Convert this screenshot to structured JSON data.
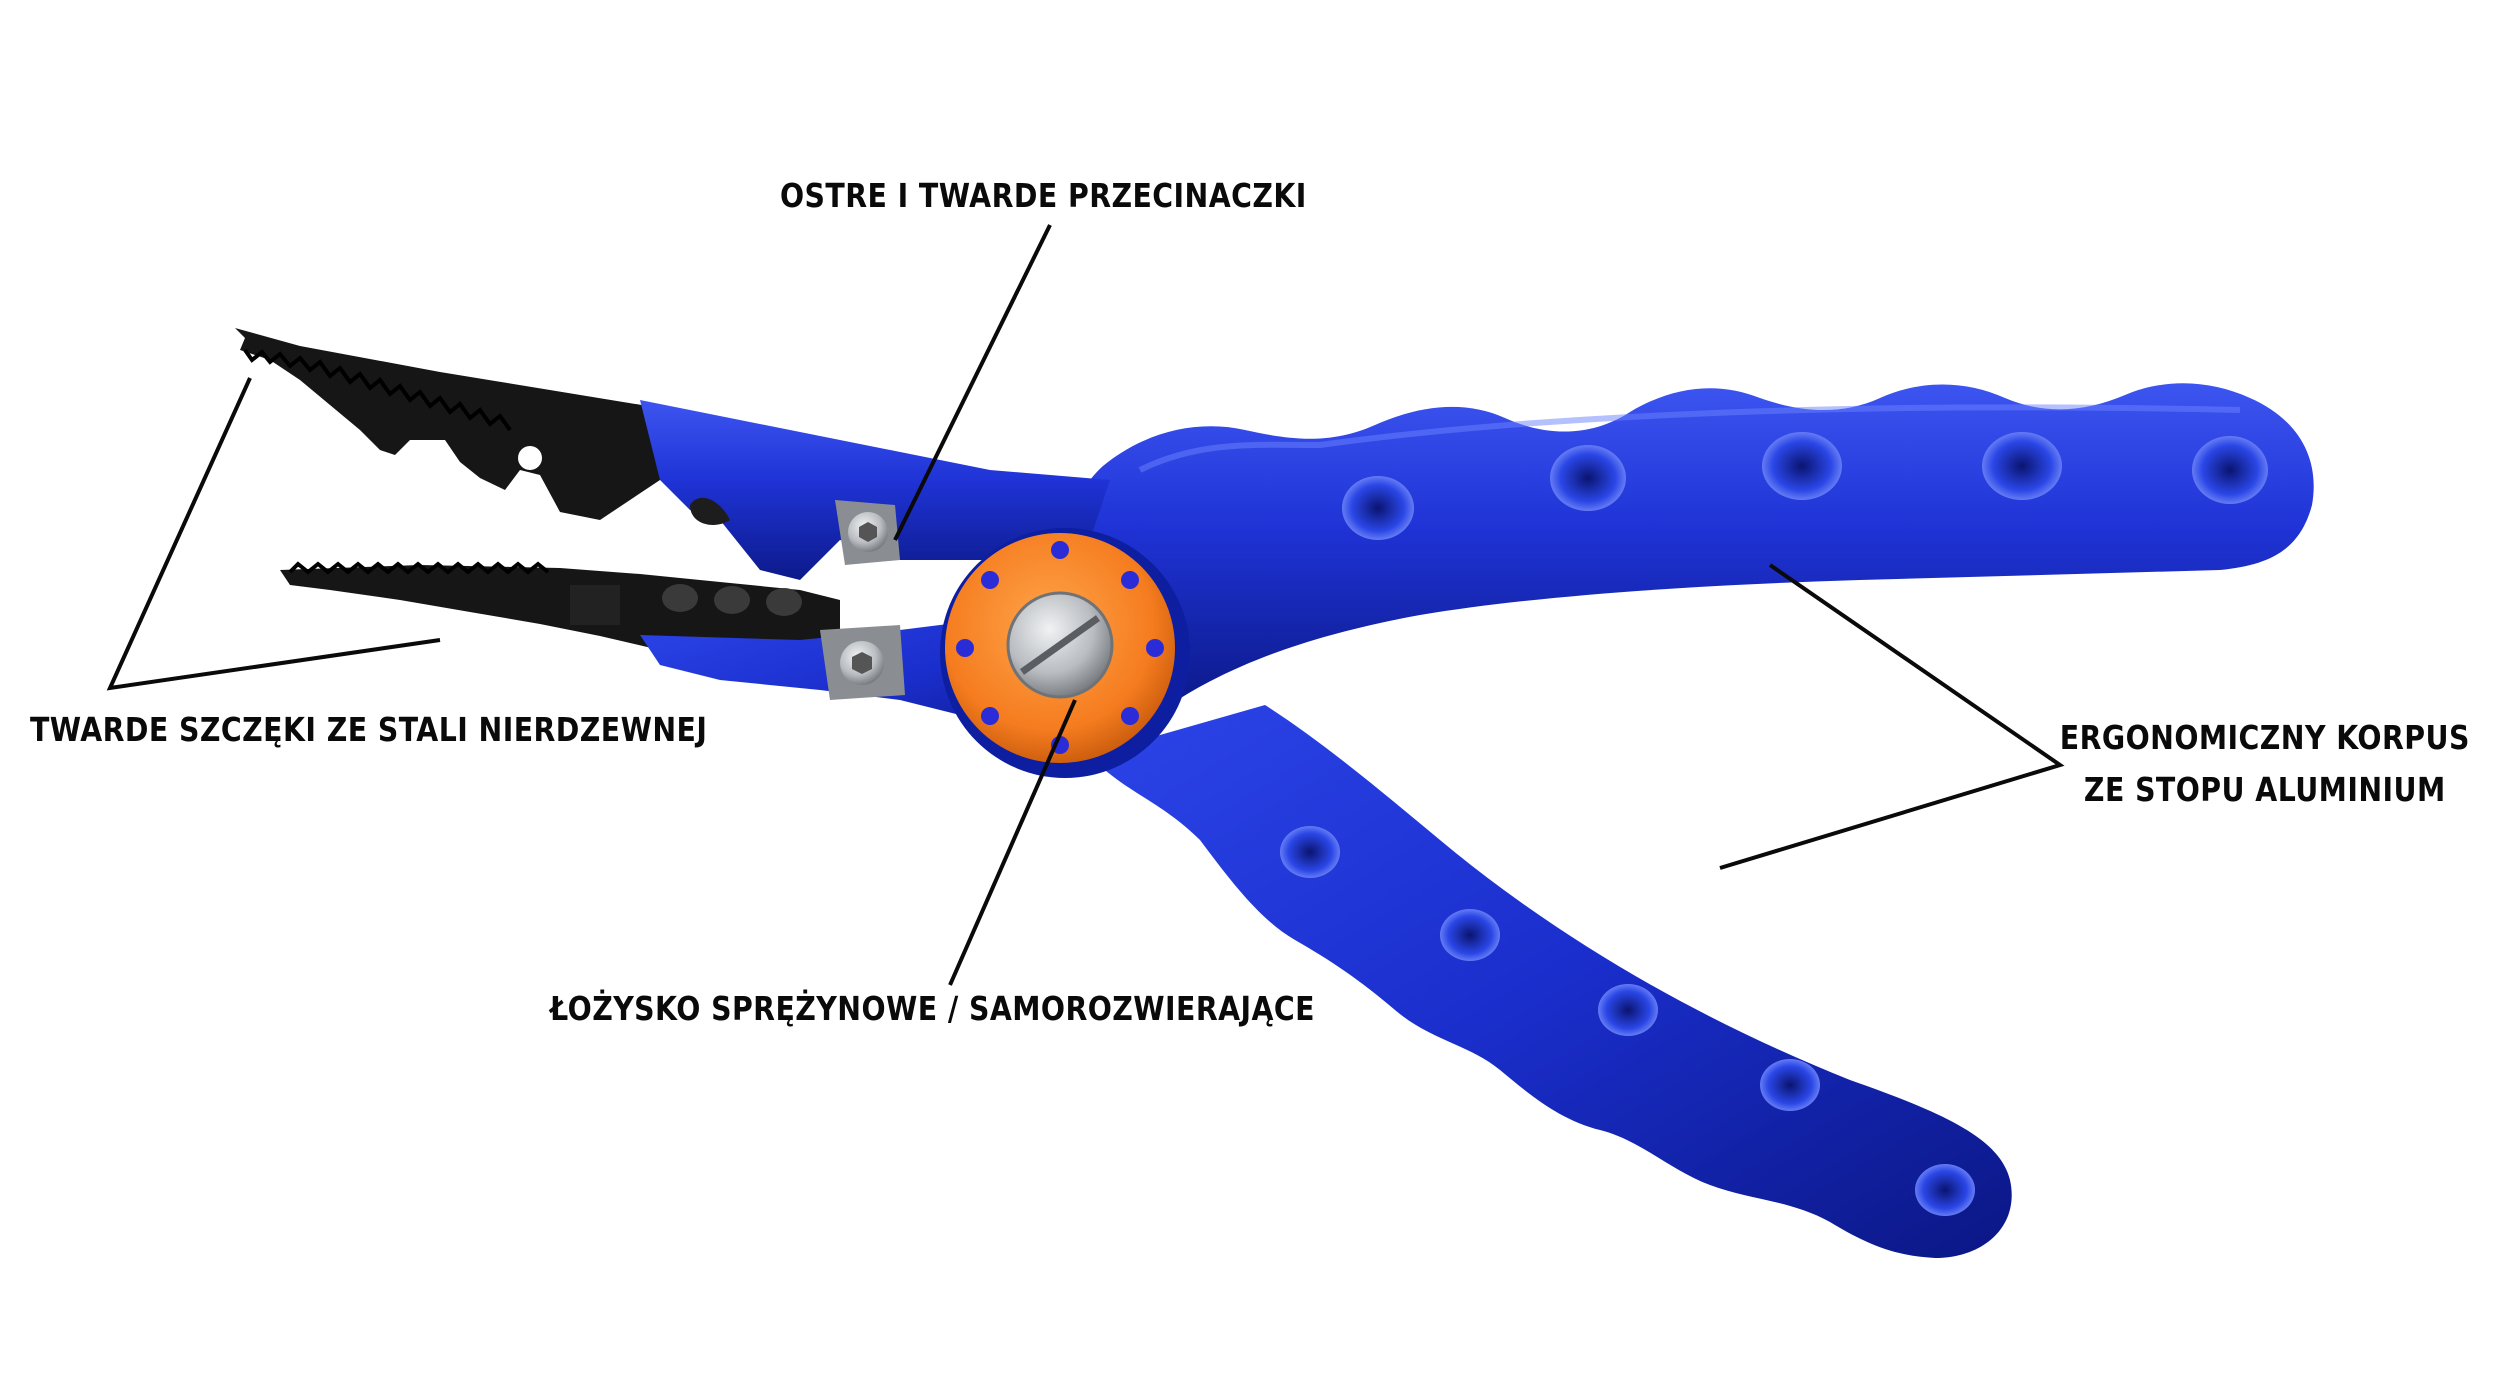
{
  "labels": {
    "cutters": "OSTRE I TWARDE PRZECINACZKI",
    "jaws": "TWARDE SZCZĘKI ZE STALI NIERDZEWNEJ",
    "spring": "ŁOŻYSKO SPRĘŻYNOWE / SAMOROZWIERAJĄCE",
    "body_line1": "ERGONOMICZNY KORPUS",
    "body_line2": "ZE STOPU ALUMINIUM"
  },
  "colors": {
    "handle_blue": "#1f33d6",
    "handle_blue_dark": "#0c1a8a",
    "jaw_black": "#161616",
    "bearing_orange": "#f57c1f",
    "screw_silver": "#b9bcc0",
    "leader_line": "#0a0a0a"
  }
}
